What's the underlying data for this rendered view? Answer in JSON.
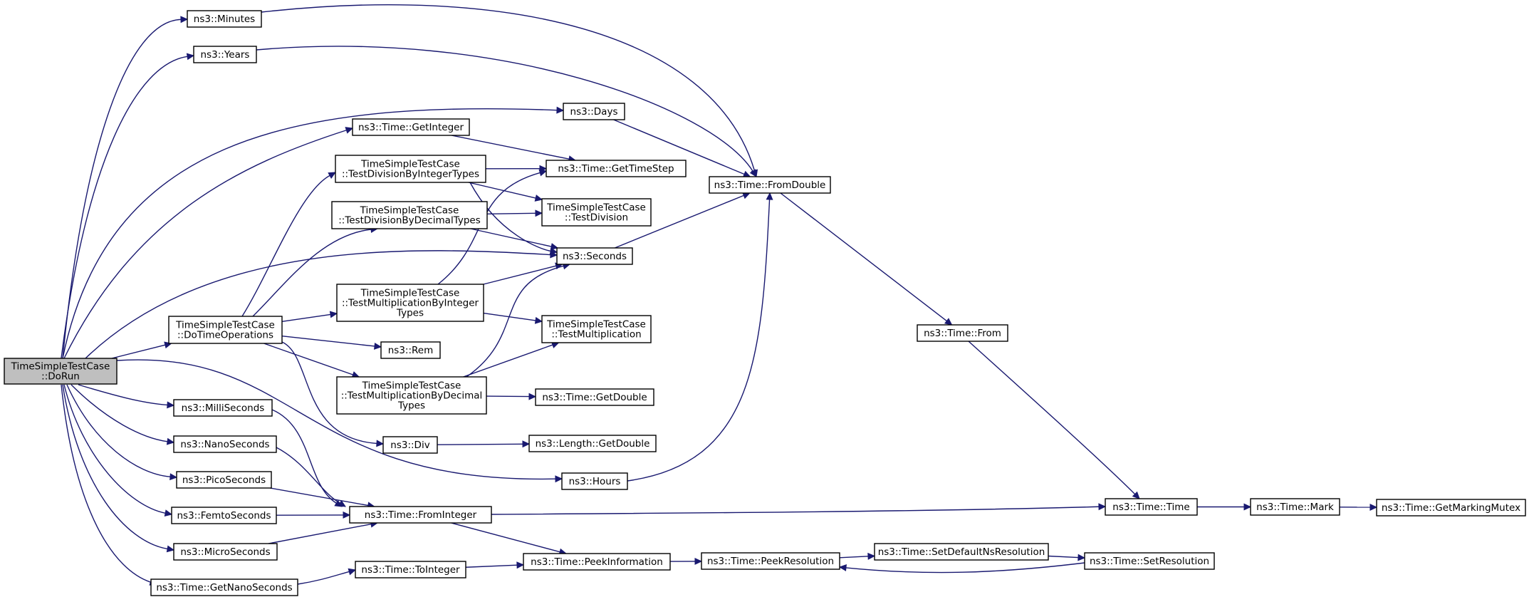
{
  "title": "TimeSimpleTestCase::DoRun call graph",
  "colors": {
    "edge": "#191970",
    "node_fill": "#ffffff",
    "root_fill": "#bfbfbf",
    "node_stroke": "#000000"
  },
  "nodes": [
    {
      "id": "dorun",
      "root": true,
      "lines": [
        "TimeSimpleTestCase",
        "::DoRun"
      ]
    },
    {
      "id": "minutes",
      "lines": [
        "ns3::Minutes"
      ]
    },
    {
      "id": "years",
      "lines": [
        "ns3::Years"
      ]
    },
    {
      "id": "days",
      "lines": [
        "ns3::Days"
      ]
    },
    {
      "id": "getinteger",
      "lines": [
        "ns3::Time::GetInteger"
      ]
    },
    {
      "id": "tdivint",
      "lines": [
        "TimeSimpleTestCase",
        "::TestDivisionByIntegerTypes"
      ]
    },
    {
      "id": "tdivdec",
      "lines": [
        "TimeSimpleTestCase",
        "::TestDivisionByDecimalTypes"
      ]
    },
    {
      "id": "tmulint",
      "lines": [
        "TimeSimpleTestCase",
        "::TestMultiplicationByInteger",
        "Types"
      ]
    },
    {
      "id": "dotime",
      "lines": [
        "TimeSimpleTestCase",
        "::DoTimeOperations"
      ]
    },
    {
      "id": "rem",
      "lines": [
        "ns3::Rem"
      ]
    },
    {
      "id": "tmuldec",
      "lines": [
        "TimeSimpleTestCase",
        "::TestMultiplicationByDecimal",
        "Types"
      ]
    },
    {
      "id": "div",
      "lines": [
        "ns3::Div"
      ]
    },
    {
      "id": "milli",
      "lines": [
        "ns3::MilliSeconds"
      ]
    },
    {
      "id": "nano",
      "lines": [
        "ns3::NanoSeconds"
      ]
    },
    {
      "id": "pico",
      "lines": [
        "ns3::PicoSeconds"
      ]
    },
    {
      "id": "femto",
      "lines": [
        "ns3::FemtoSeconds"
      ]
    },
    {
      "id": "micro",
      "lines": [
        "ns3::MicroSeconds"
      ]
    },
    {
      "id": "getnano",
      "lines": [
        "ns3::Time::GetNanoSeconds"
      ]
    },
    {
      "id": "gettimestep",
      "lines": [
        "ns3::Time::GetTimeStep"
      ]
    },
    {
      "id": "tdiv",
      "lines": [
        "TimeSimpleTestCase",
        "::TestDivision"
      ]
    },
    {
      "id": "seconds",
      "lines": [
        "ns3::Seconds"
      ]
    },
    {
      "id": "tmul",
      "lines": [
        "TimeSimpleTestCase",
        "::TestMultiplication"
      ]
    },
    {
      "id": "getdouble",
      "lines": [
        "ns3::Time::GetDouble"
      ]
    },
    {
      "id": "lengthgetdouble",
      "lines": [
        "ns3::Length::GetDouble"
      ]
    },
    {
      "id": "hours",
      "lines": [
        "ns3::Hours"
      ]
    },
    {
      "id": "frominteger",
      "lines": [
        "ns3::Time::FromInteger"
      ]
    },
    {
      "id": "tointeger",
      "lines": [
        "ns3::Time::ToInteger"
      ]
    },
    {
      "id": "peekinfo",
      "lines": [
        "ns3::Time::PeekInformation"
      ]
    },
    {
      "id": "fromdouble",
      "lines": [
        "ns3::Time::FromDouble"
      ]
    },
    {
      "id": "peekres",
      "lines": [
        "ns3::Time::PeekResolution"
      ]
    },
    {
      "id": "from",
      "lines": [
        "ns3::Time::From"
      ]
    },
    {
      "id": "setdefault",
      "lines": [
        "ns3::Time::SetDefaultNsResolution"
      ]
    },
    {
      "id": "time",
      "lines": [
        "ns3::Time::Time"
      ]
    },
    {
      "id": "setres",
      "lines": [
        "ns3::Time::SetResolution"
      ]
    },
    {
      "id": "mark",
      "lines": [
        "ns3::Time::Mark"
      ]
    },
    {
      "id": "getmutex",
      "lines": [
        "ns3::Time::GetMarkingMutex"
      ]
    }
  ],
  "edges": [
    [
      "dorun",
      "minutes"
    ],
    [
      "dorun",
      "years"
    ],
    [
      "dorun",
      "days"
    ],
    [
      "dorun",
      "getinteger"
    ],
    [
      "dorun",
      "seconds"
    ],
    [
      "dorun",
      "dotime"
    ],
    [
      "dorun",
      "hours"
    ],
    [
      "dorun",
      "milli"
    ],
    [
      "dorun",
      "nano"
    ],
    [
      "dorun",
      "pico"
    ],
    [
      "dorun",
      "femto"
    ],
    [
      "dorun",
      "micro"
    ],
    [
      "dorun",
      "getnano"
    ],
    [
      "minutes",
      "fromdouble"
    ],
    [
      "years",
      "fromdouble"
    ],
    [
      "days",
      "fromdouble"
    ],
    [
      "getinteger",
      "gettimestep"
    ],
    [
      "dotime",
      "tdivint"
    ],
    [
      "dotime",
      "tdivdec"
    ],
    [
      "dotime",
      "tmulint"
    ],
    [
      "dotime",
      "rem"
    ],
    [
      "dotime",
      "tmuldec"
    ],
    [
      "dotime",
      "div"
    ],
    [
      "tdivint",
      "gettimestep"
    ],
    [
      "tdivint",
      "tdiv"
    ],
    [
      "tdivint",
      "seconds"
    ],
    [
      "tdivdec",
      "tdiv"
    ],
    [
      "tdivdec",
      "seconds"
    ],
    [
      "tmulint",
      "gettimestep"
    ],
    [
      "tmulint",
      "seconds"
    ],
    [
      "tmulint",
      "tmul"
    ],
    [
      "tmuldec",
      "seconds"
    ],
    [
      "tmuldec",
      "tmul"
    ],
    [
      "tmuldec",
      "getdouble"
    ],
    [
      "div",
      "lengthgetdouble"
    ],
    [
      "seconds",
      "fromdouble"
    ],
    [
      "hours",
      "fromdouble"
    ],
    [
      "milli",
      "frominteger"
    ],
    [
      "nano",
      "frominteger"
    ],
    [
      "pico",
      "frominteger"
    ],
    [
      "femto",
      "frominteger"
    ],
    [
      "micro",
      "frominteger"
    ],
    [
      "frominteger",
      "time"
    ],
    [
      "frominteger",
      "peekinfo"
    ],
    [
      "getnano",
      "tointeger"
    ],
    [
      "tointeger",
      "peekinfo"
    ],
    [
      "peekinfo",
      "peekres"
    ],
    [
      "peekres",
      "setdefault"
    ],
    [
      "setdefault",
      "setres"
    ],
    [
      "setres",
      "peekres"
    ],
    [
      "fromdouble",
      "from"
    ],
    [
      "from",
      "time"
    ],
    [
      "time",
      "mark"
    ],
    [
      "mark",
      "getmutex"
    ]
  ]
}
